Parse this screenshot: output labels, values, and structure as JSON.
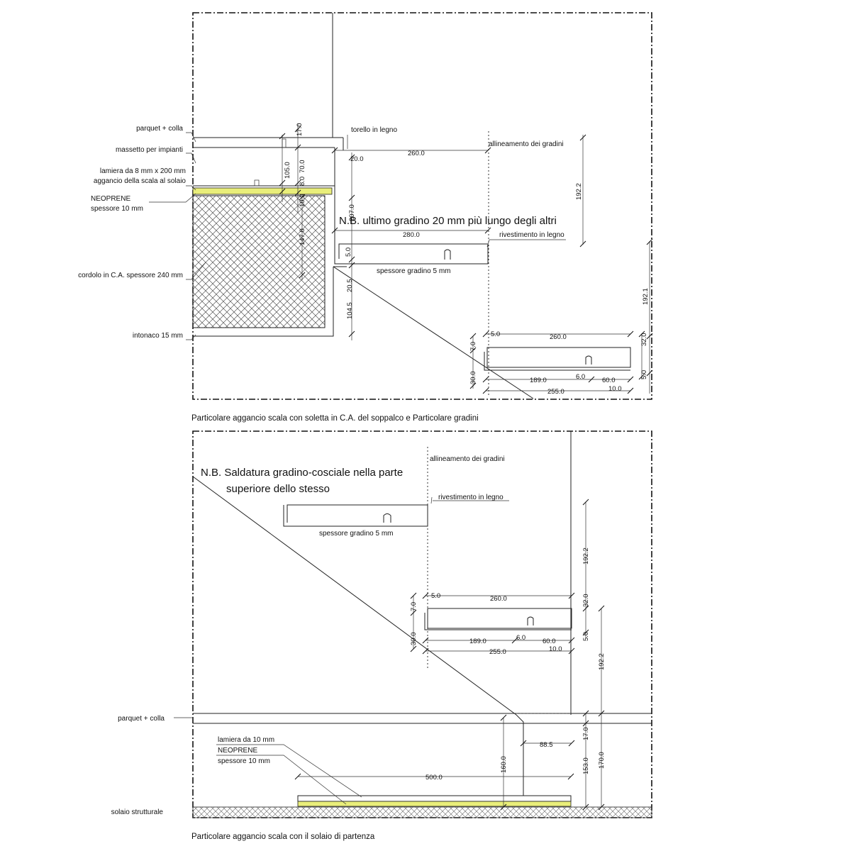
{
  "top": {
    "caption": "Particolare aggancio scala con soletta in C.A. del soppalco e Particolare gradini",
    "labels": {
      "parquet": "parquet + colla",
      "massetto": "massetto per impianti",
      "lamiera1": "lamiera da 8 mm x 200 mm",
      "lamiera2": "aggancio della scala al solaio",
      "neoprene": "NEOPRENE",
      "spessore": "spessore 10 mm",
      "cordolo": "cordolo in C.A. spessore 240 mm",
      "intonaco": "intonaco 15 mm",
      "torello": "torello in legno",
      "allineamento": "allineamento dei gradini",
      "note": "N.B. ultimo gradino 20 mm più lungo degli altri",
      "rivestimento": "rivestimento in legno",
      "spessore_gradino": "spessore gradino 5 mm"
    },
    "dims": {
      "d17": "17.0",
      "d105": "105.0",
      "d70": "70.0",
      "d8": "8.0",
      "d10": "10.0",
      "d147": "147.0",
      "d20": "20.0",
      "d260": "260.0",
      "d207": "207.0",
      "d1922": "192.2",
      "d280": "280.0",
      "d5": "5.0",
      "d205": "20.5",
      "d1045": "104.5",
      "d1921": "192.1",
      "s5": "5.0",
      "s260": "260.0",
      "s32": "32.0",
      "s7": "7.0",
      "s30": "30.0",
      "s6": "6.0",
      "s189": "189.0",
      "s60": "60.0",
      "s5b": "5.0",
      "s10": "10.0",
      "s255": "255.0"
    }
  },
  "bottom": {
    "caption": "Particolare aggancio scala con il solaio di partenza",
    "labels": {
      "allineamento": "allineamento dei gradini",
      "note_line1": "N.B. Saldatura gradino-cosciale nella parte",
      "note_line2": "superiore dello stesso",
      "rivestimento": "rivestimento in legno",
      "spessore_gradino": "spessore gradino 5 mm",
      "parquet": "parquet + colla",
      "lamiera": "lamiera da 10 mm",
      "neoprene": "NEOPRENE",
      "spessore": "spessore 10 mm",
      "solaio": "solaio strutturale"
    },
    "dims": {
      "s5": "5.0",
      "s260": "260.0",
      "s32": "32.0",
      "s7": "7.0",
      "s30": "30.0",
      "s6": "6.0",
      "s189": "189.0",
      "s60": "60.0",
      "s5b": "5.0",
      "s10": "10.0",
      "s255": "255.0",
      "d1922a": "192.2",
      "d1922b": "192.2",
      "d17": "17.0",
      "d885": "88.5",
      "d160": "160.0",
      "d500": "500.0",
      "d153": "153.0",
      "d170": "170.0"
    }
  },
  "colors": {
    "neoprene": "#e9ee7a",
    "hatch": "#555555"
  }
}
